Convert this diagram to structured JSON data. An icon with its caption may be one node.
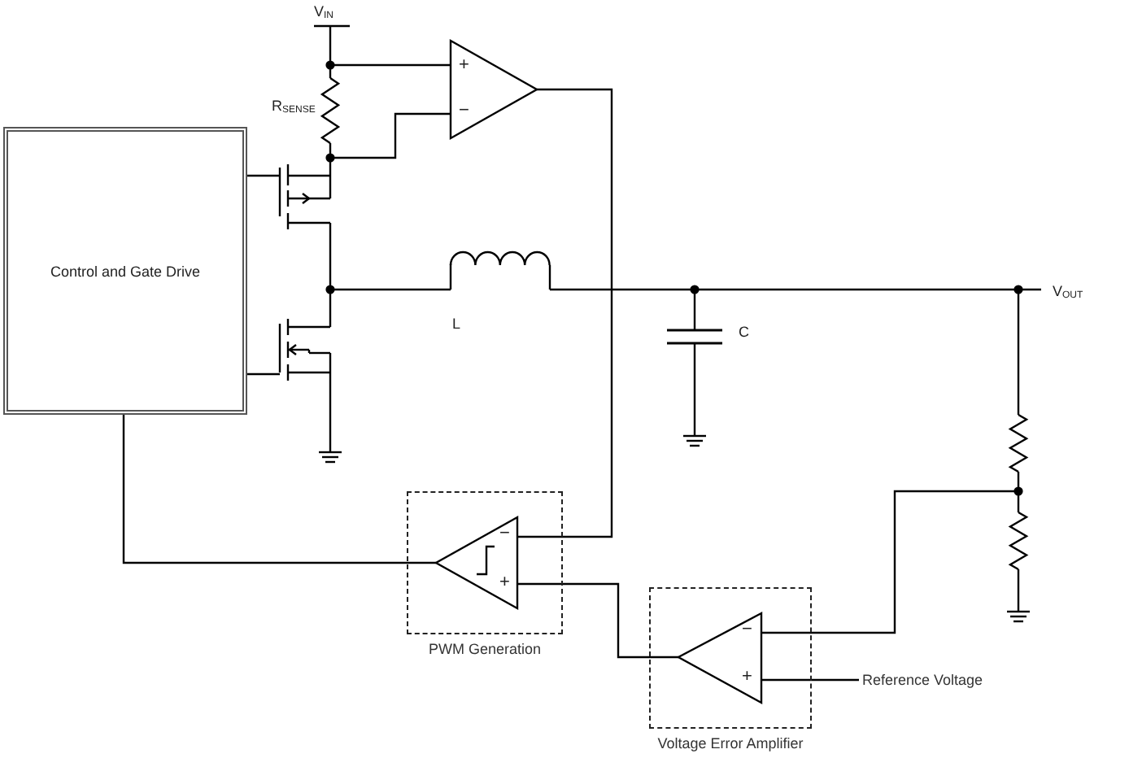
{
  "diagram": {
    "nodes": [
      {
        "text": [
          "Control and Gate Drive"
        ]
      },
      {
        "text": [
          "PWM Generation"
        ]
      },
      {
        "text": [
          "Voltage Error Amplifier"
        ]
      },
      {
        "text": [
          "Reference Voltage"
        ]
      }
    ],
    "edges": [
      {
        "from": 1,
        "to": 0,
        "arrow": "none"
      },
      {
        "from": 2,
        "to": 1,
        "arrow": "none"
      },
      {
        "from": 3,
        "to": 2,
        "arrow": "none"
      }
    ],
    "labels": [
      "V$_{IN}$",
      "R$_{SENSE}$",
      "+",
      "−",
      "L",
      "C",
      "V$_{OUT}$",
      "−",
      "+",
      "−",
      "+"
    ]
  }
}
